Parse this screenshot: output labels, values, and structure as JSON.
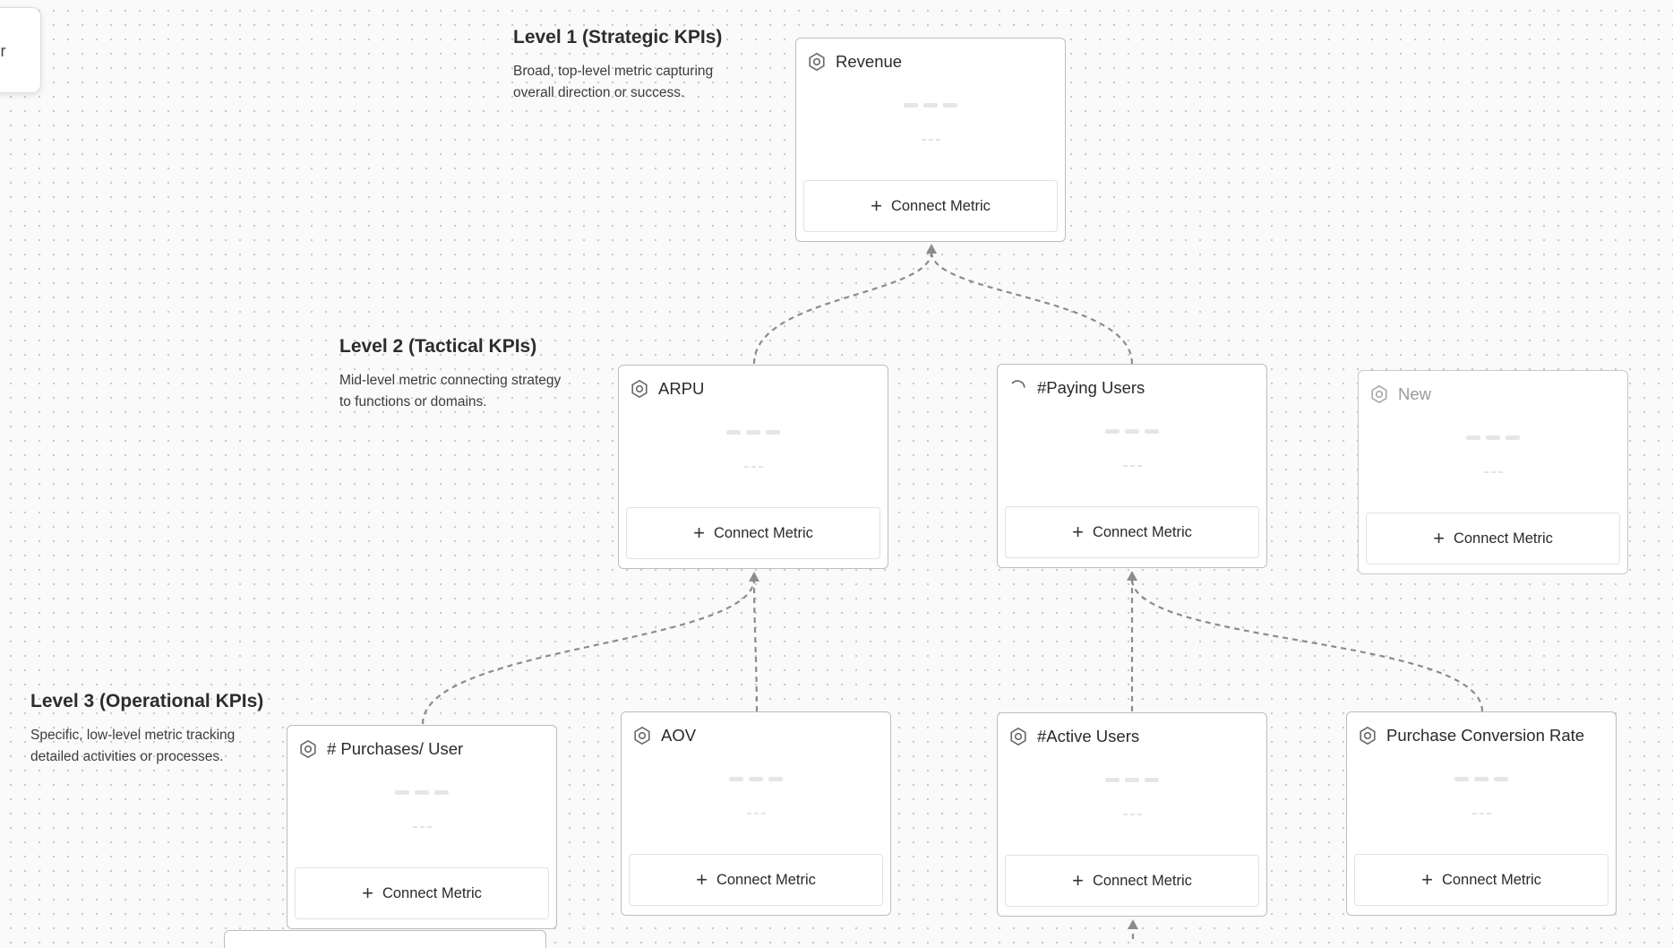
{
  "levels": [
    {
      "title": "Level 1 (Strategic KPIs)",
      "description": "Broad, top-level metric capturing overall direction or success."
    },
    {
      "title": "Level 2 (Tactical KPIs)",
      "description": "Mid-level metric connecting strategy to functions or domains."
    },
    {
      "title": "Level 3 (Operational KPIs)",
      "description": "Specific, low-level metric tracking detailed activities or processes."
    }
  ],
  "cards": [
    {
      "title": "Revenue",
      "icon": "hexagon-metric-icon",
      "button": "Connect Metric"
    },
    {
      "title": "ARPU",
      "icon": "hexagon-metric-icon",
      "button": "Connect Metric"
    },
    {
      "title": "#Paying Users",
      "icon": "loading-spinner-icon",
      "button": "Connect Metric"
    },
    {
      "title": "New",
      "icon": "hexagon-metric-icon",
      "button": "Connect Metric"
    },
    {
      "title": "# Purchases/ User",
      "icon": "hexagon-metric-icon",
      "button": "Connect Metric"
    },
    {
      "title": "AOV",
      "icon": "hexagon-metric-icon",
      "button": "Connect Metric"
    },
    {
      "title": "#Active Users",
      "icon": "hexagon-metric-icon",
      "button": "Connect Metric"
    },
    {
      "title": "Purchase Conversion Rate",
      "icon": "hexagon-metric-icon",
      "button": "Connect Metric"
    }
  ],
  "colors": {
    "edge": "#8c8c8c",
    "card_border": "#bdbdbd",
    "dot_grid": "#c9c9c9"
  }
}
